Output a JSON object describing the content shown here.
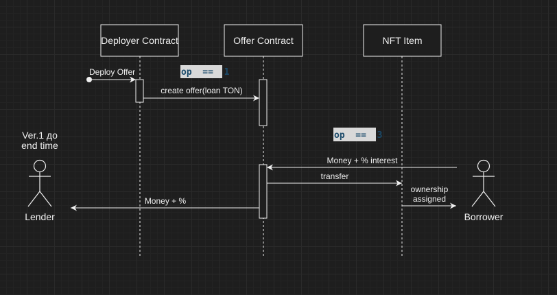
{
  "participants": {
    "deployer": "Deployer Contract",
    "offer": "Offer Contract",
    "nft": "NFT Item"
  },
  "actors": {
    "lender": "Lender",
    "borrower": "Borrower",
    "lender_note_line1": "Ver.1 до",
    "lender_note_line2": "end time"
  },
  "messages": {
    "deploy_offer": "Deploy Offer",
    "create_offer": "create offer(loan TON)",
    "money_interest": "Money + % interest",
    "transfer": "transfer",
    "money_percent": "Money + %",
    "ownership_line1": "ownership",
    "ownership_line2": "assigned"
  },
  "notes": {
    "op1": "op  ==  1",
    "op3": "op  ==  3"
  },
  "colors": {
    "background": "#1e1e1e",
    "stroke": "#f0f0f0",
    "op_badge": "#d9d9d9"
  }
}
